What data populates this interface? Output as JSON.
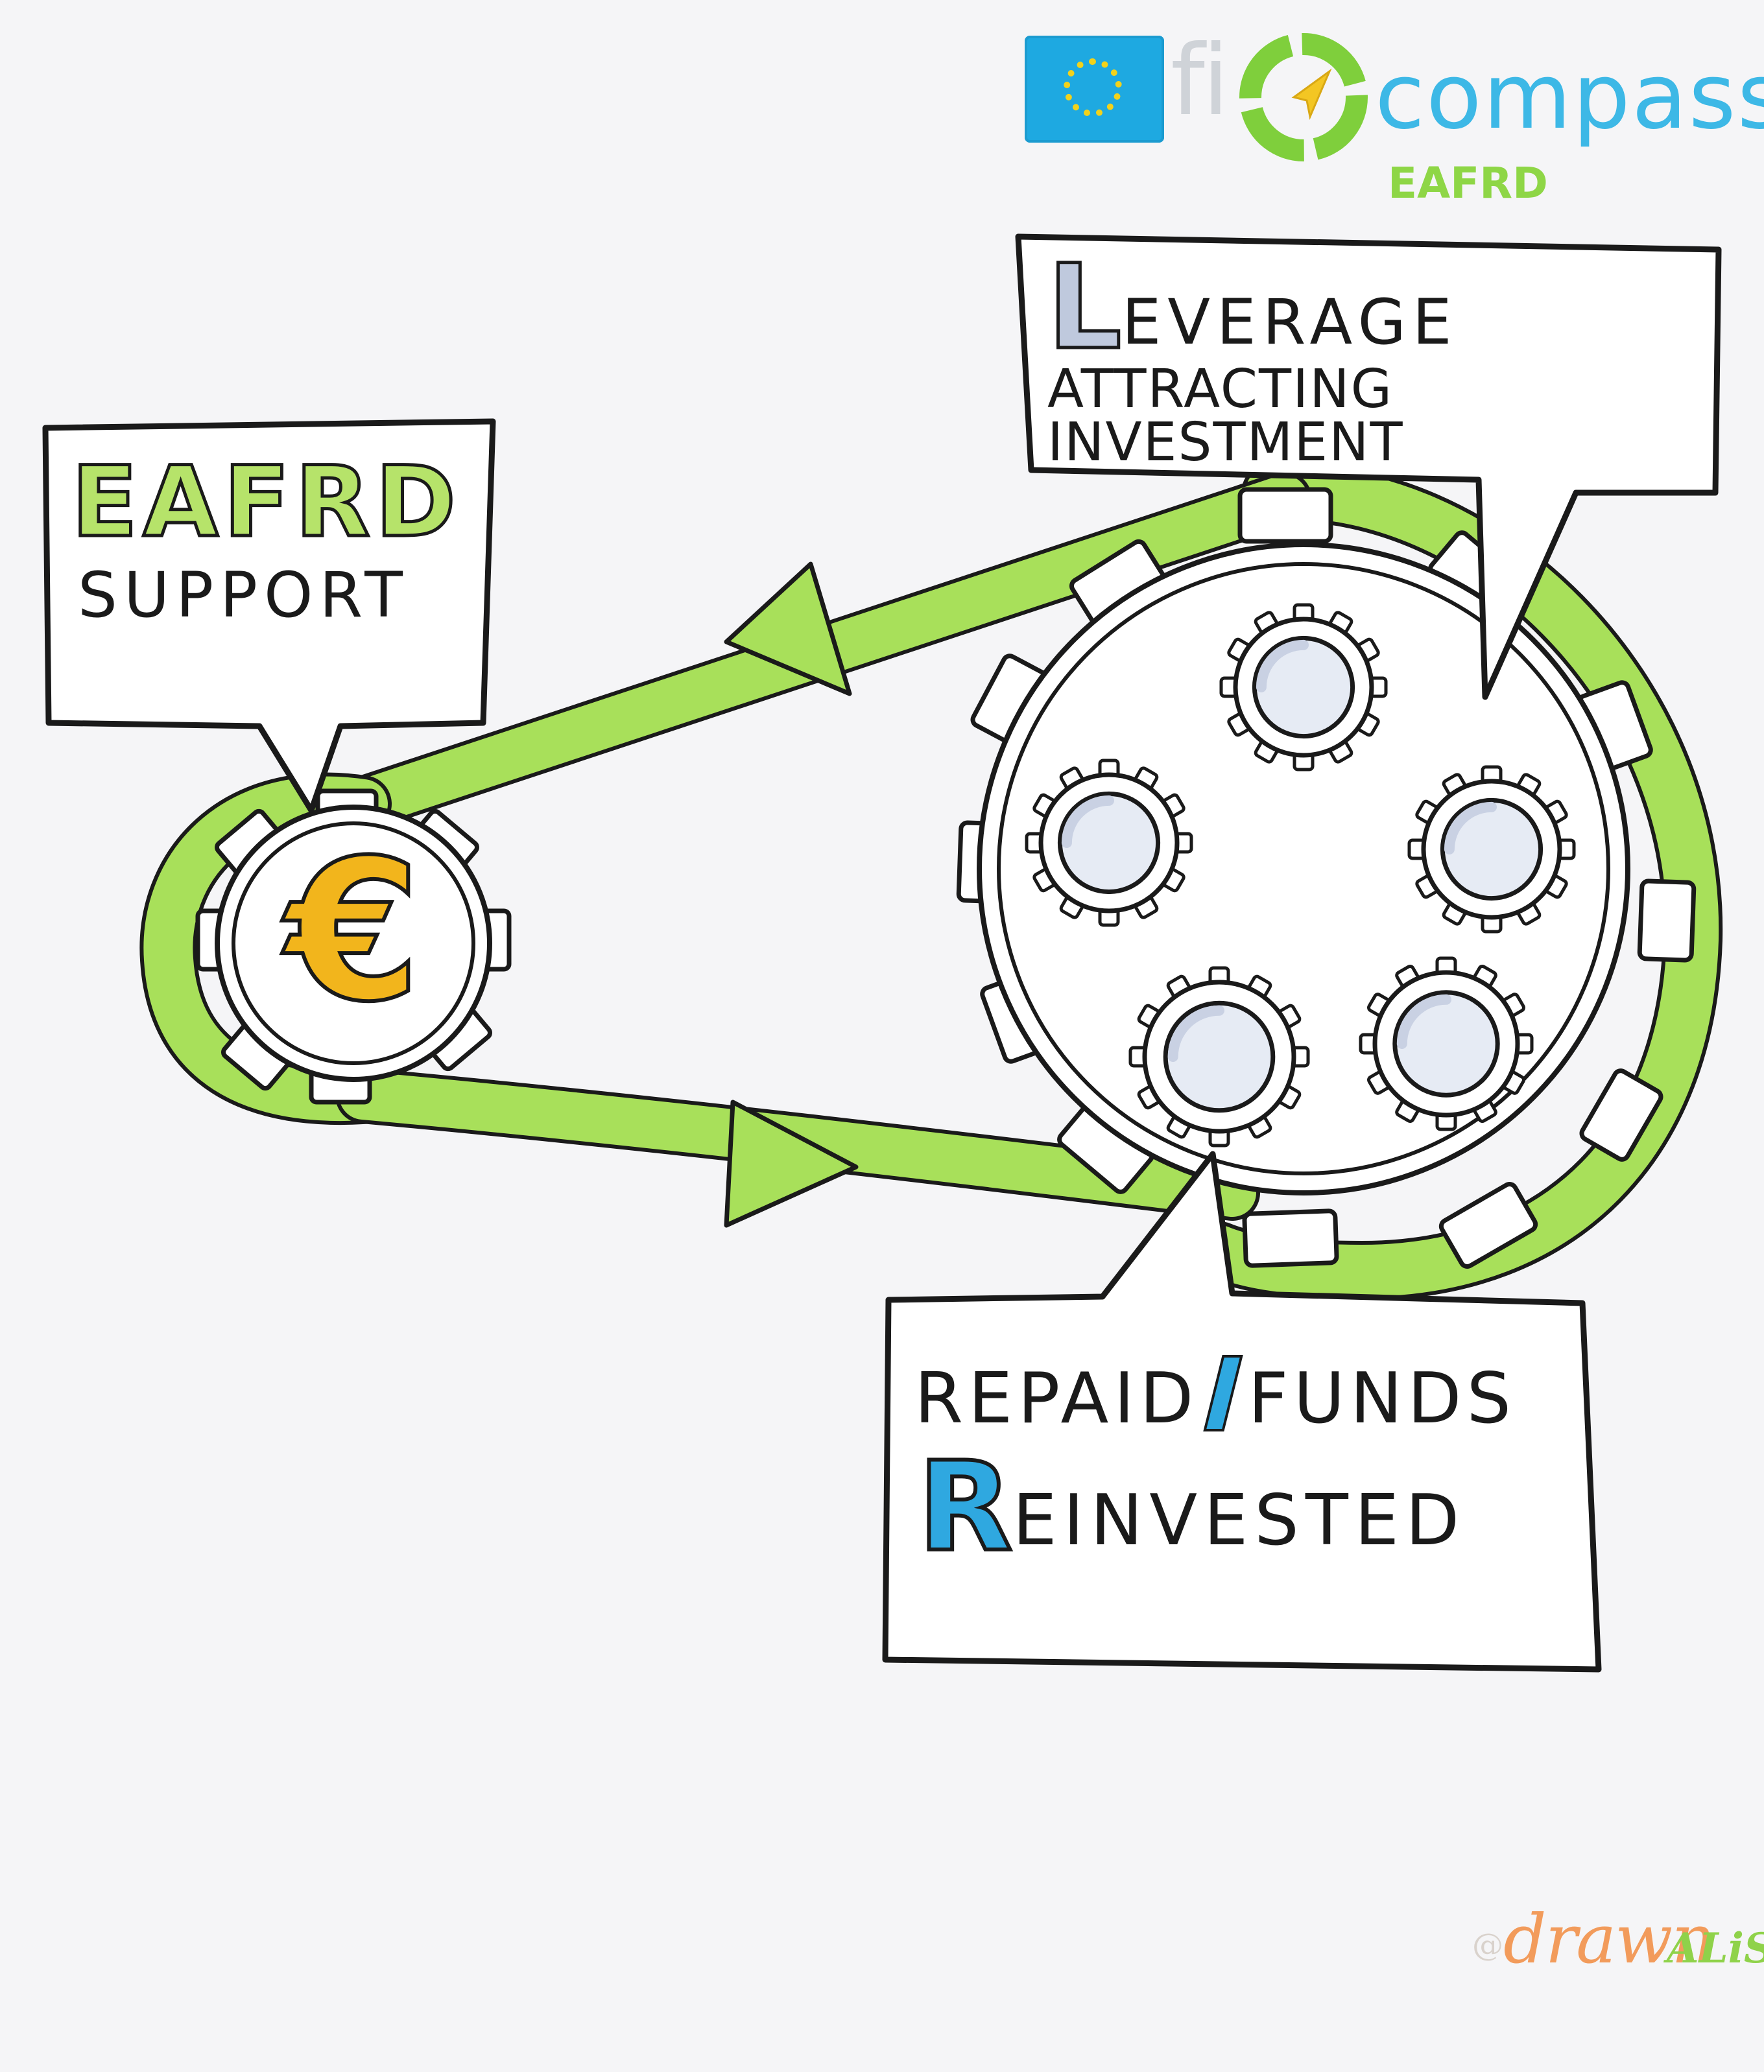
{
  "logo": {
    "fi": "fi",
    "compass": "compass",
    "eafrd": "EAFRD"
  },
  "support_box": {
    "title": "EAFRD",
    "subtitle": "SUPPORT"
  },
  "leverage_box": {
    "initial": "L",
    "rest": "EVERAGE",
    "subtitle": "ATTRACTING INVESTMENT"
  },
  "repaid_box": {
    "line1_left": "REPAID",
    "line1_right": "FUNDS",
    "initial": "R",
    "rest": "EINVESTED"
  },
  "euro_gear": {
    "symbol": "€"
  },
  "watermark": {
    "at": "@",
    "drawn": "drawn",
    "alism": "ALiSM"
  },
  "colors": {
    "belt_green": "#a8e05a",
    "outline": "#1a1a1a",
    "euro_gold": "#f2b51c",
    "accent_blue": "#2fa8e0",
    "light_gray_blue": "#c9d1e3",
    "eu_blue": "#1ea9e1"
  }
}
